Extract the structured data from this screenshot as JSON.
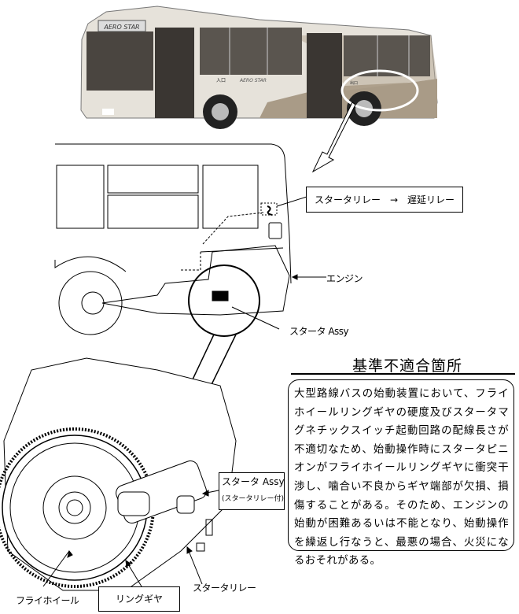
{
  "photo": {
    "destination_sign": "AERO STAR",
    "side_logo": "AERO STAR",
    "entrance_sign": "入口",
    "exit_sign": "出口"
  },
  "labels": {
    "relay_change": "スタータリレー　→　遅延リレー",
    "engine": "エンジン",
    "starter_assy_top": "スタータ Assy",
    "starter_assy": "スタータ Assy",
    "starter_assy_note": "(スタータリレー付)",
    "starter_relay": "スタータリレー",
    "flywheel": "フライホイール",
    "ring_gear": "リングギヤ"
  },
  "notice": {
    "title": "基準不適合箇所",
    "body": "大型路線バスの始動装置において、フライホイールリングギヤの硬度及びスタータマグネチックスイッチ起動回路の配線長さが不適切なため、始動操作時にスタータピニオンがフライホイールリングギヤに衝突干渉し、噛合い不良からギヤ端部が欠損、損傷することがある。そのため、エンジンの始動が困難あるいは不能となり、始動操作を繰返し行なうと、最悪の場合、火災になるおそれがある。"
  },
  "colors": {
    "bus_body": "#e8e4dc",
    "bus_accent": "#a89a86",
    "highlight": "#ffffff"
  }
}
